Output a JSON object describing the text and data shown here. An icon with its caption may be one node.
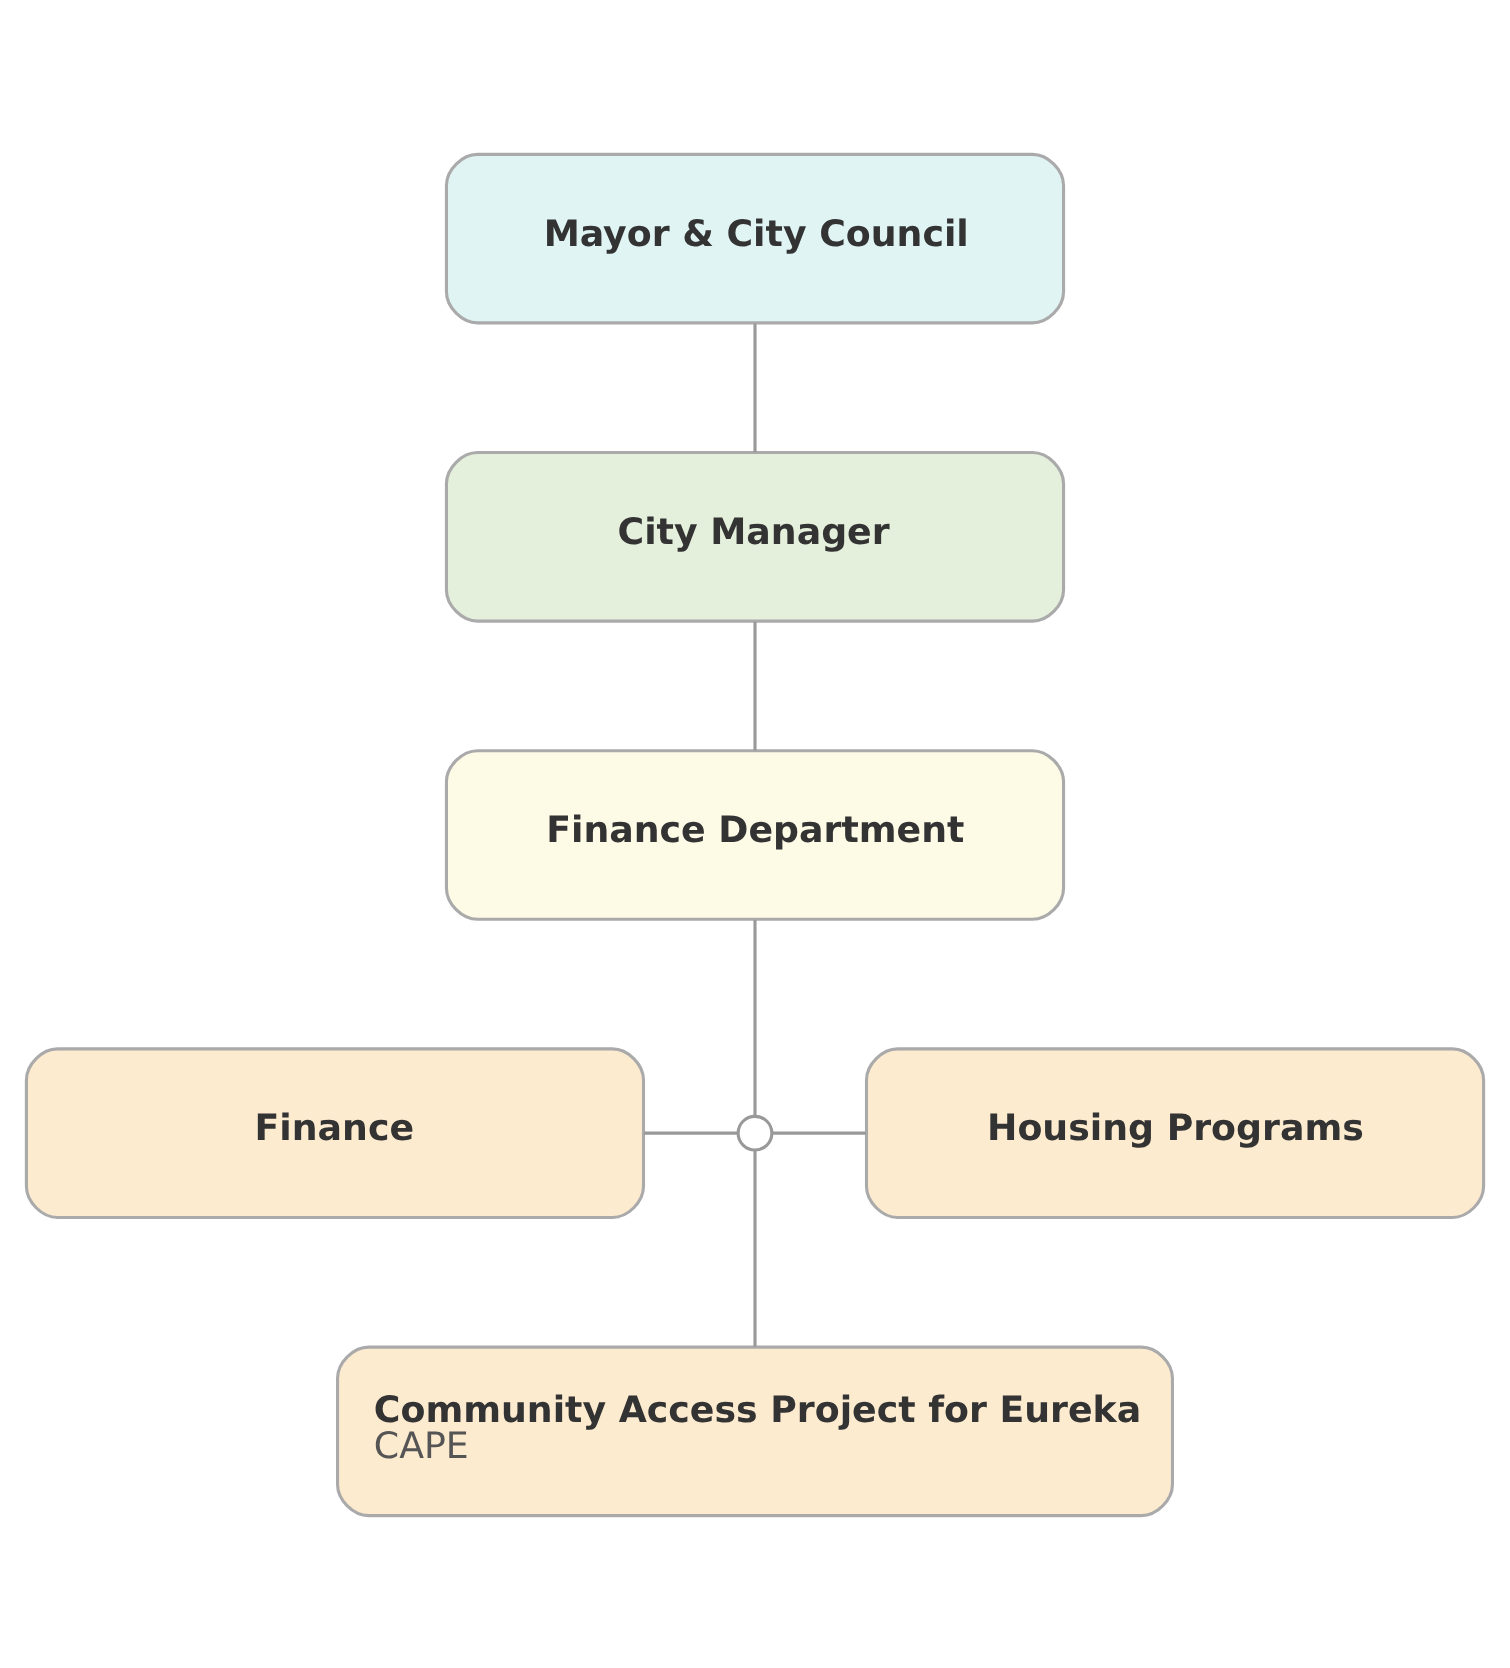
{
  "diagram": {
    "nodes": [
      {
        "text": [
          "Mayor & City Council"
        ]
      },
      {
        "text": [
          "City Manager"
        ]
      },
      {
        "text": [
          "Finance Department"
        ]
      },
      {
        "text": [
          "Finance"
        ]
      },
      {
        "text": [],
        "shape": "circle"
      },
      {
        "text": [
          "Housing Programs"
        ]
      },
      {
        "text": [
          "Community Access Project for Eureka",
          "CAPE"
        ]
      }
    ],
    "edges": [
      {
        "from": 0,
        "to": 1,
        "arrow": "none"
      },
      {
        "from": 1,
        "to": 2,
        "arrow": "none"
      },
      {
        "from": 2,
        "to": 4,
        "arrow": "none"
      },
      {
        "from": 3,
        "to": 4,
        "arrow": "none"
      },
      {
        "from": 4,
        "to": 5,
        "arrow": "none"
      },
      {
        "from": 4,
        "to": 6,
        "arrow": "none"
      }
    ]
  }
}
